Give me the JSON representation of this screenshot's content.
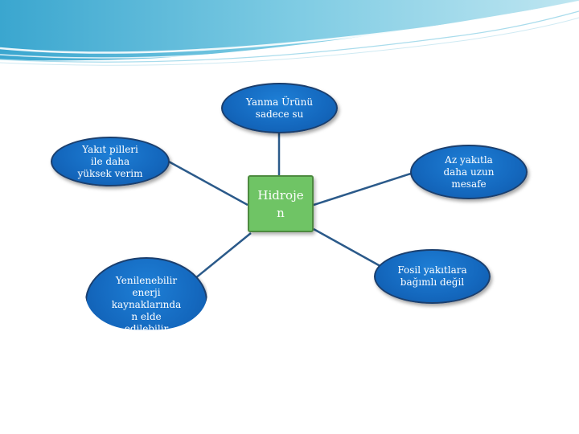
{
  "diagram": {
    "center": {
      "label": "Hidroje\nn"
    },
    "nodes": {
      "top": "Yanma Ürünü\nsadece su",
      "left_top": "Yakıt pilleri\nile daha\nyüksek verim",
      "right_top": "Az yakıtla\ndaha uzun\nmesafe",
      "right_bottom": "Fosil yakıtlara\nbağımlı değil",
      "left_bottom": "Yenilenebilir\nenerji\nkaynaklarında\nn elde\nedilebilir"
    }
  },
  "colors": {
    "node_fill": "#1468be",
    "node_border": "#1b3f6e",
    "center_fill": "#6fc465",
    "center_border": "#4d8a3f",
    "connector": "#2b5a8a",
    "header_wave": "#5ab8d8"
  }
}
